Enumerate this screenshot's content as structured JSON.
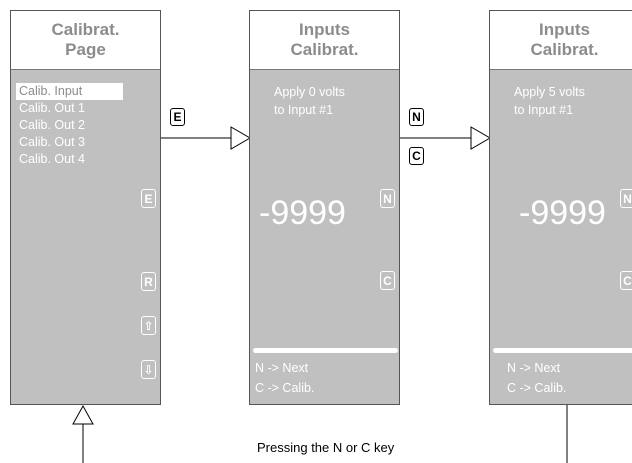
{
  "screen1": {
    "title": [
      "Calibrat.",
      "Page"
    ],
    "menu": [
      "Calib. Input",
      "Calib. Out 1",
      "Calib. Out 2",
      "Calib. Out 3",
      "Calib. Out 4"
    ],
    "selected_index": 0,
    "keys": [
      "E",
      "R",
      "⇧",
      "⇩"
    ]
  },
  "screen2": {
    "title": [
      "Inputs",
      "Calibrat."
    ],
    "message": [
      "Apply 0 volts",
      "to Input  #1"
    ],
    "value": "-9999",
    "keys": [
      "N",
      "C"
    ],
    "hints": [
      "N -> Next",
      "C -> Calib."
    ]
  },
  "screen3": {
    "title": [
      "Inputs",
      "Calibrat."
    ],
    "message": [
      "Apply 5 volts",
      "to Input  #1"
    ],
    "value": "-9999",
    "keys": [
      "N",
      "C"
    ],
    "hints": [
      "N -> Next",
      "C -> Calib."
    ]
  },
  "transitions": {
    "first_key": "E",
    "second_keys": [
      "N",
      "C"
    ]
  },
  "caption": "Pressing the N or C key"
}
